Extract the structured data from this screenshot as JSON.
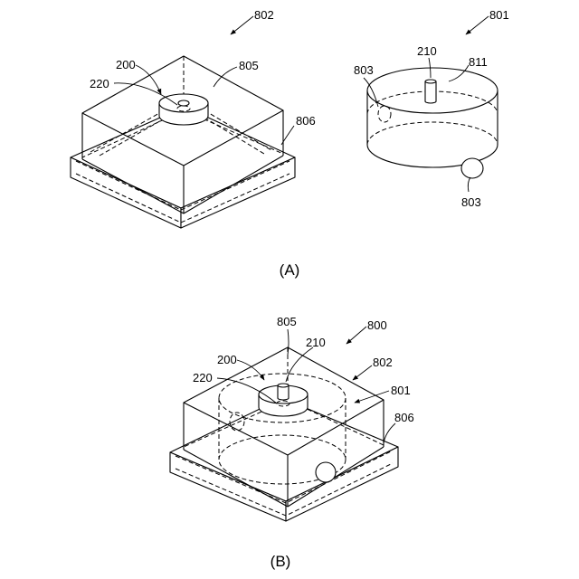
{
  "panels": [
    {
      "caption": "(A)",
      "labels": {
        "ref_802": "802",
        "ref_801": "801",
        "ref_200": "200",
        "ref_220": "220",
        "ref_805": "805",
        "ref_806": "806",
        "ref_210": "210",
        "ref_811": "811",
        "ref_803_left": "803",
        "ref_803_bottom": "803"
      }
    },
    {
      "caption": "(B)",
      "labels": {
        "ref_805": "805",
        "ref_800": "800",
        "ref_210": "210",
        "ref_200": "200",
        "ref_802": "802",
        "ref_220": "220",
        "ref_801": "801",
        "ref_806": "806"
      }
    }
  ]
}
